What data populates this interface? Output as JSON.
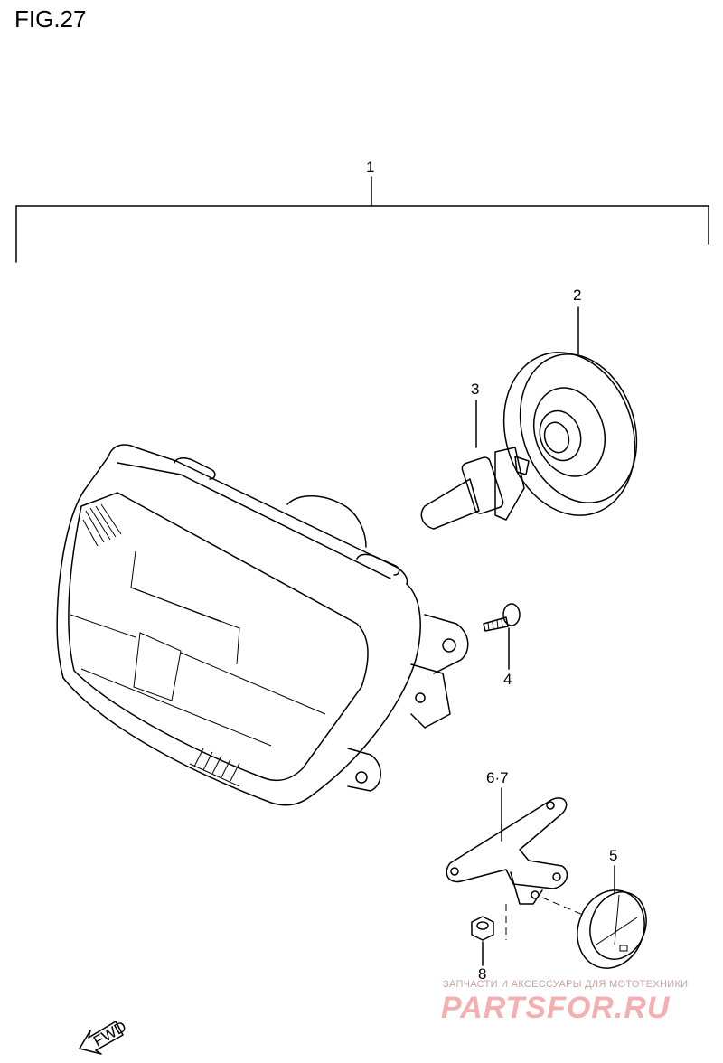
{
  "figure": {
    "title": "FIG.27"
  },
  "callouts": [
    {
      "id": "1",
      "label": "1"
    },
    {
      "id": "2",
      "label": "2"
    },
    {
      "id": "3",
      "label": "3"
    },
    {
      "id": "4",
      "label": "4"
    },
    {
      "id": "5",
      "label": "5"
    },
    {
      "id": "6-7",
      "label": "6·7"
    },
    {
      "id": "8",
      "label": "8"
    }
  ],
  "direction_arrow": {
    "label": "FWD"
  },
  "watermark": {
    "tagline": "ЗАПЧАСТИ И АКСЕССУАРЫ ДЛЯ МОТОТЕХНИКИ",
    "logo": "PARTSFOR.RU"
  },
  "colors": {
    "line": "#000000",
    "watermark": "#f4b0b0"
  }
}
